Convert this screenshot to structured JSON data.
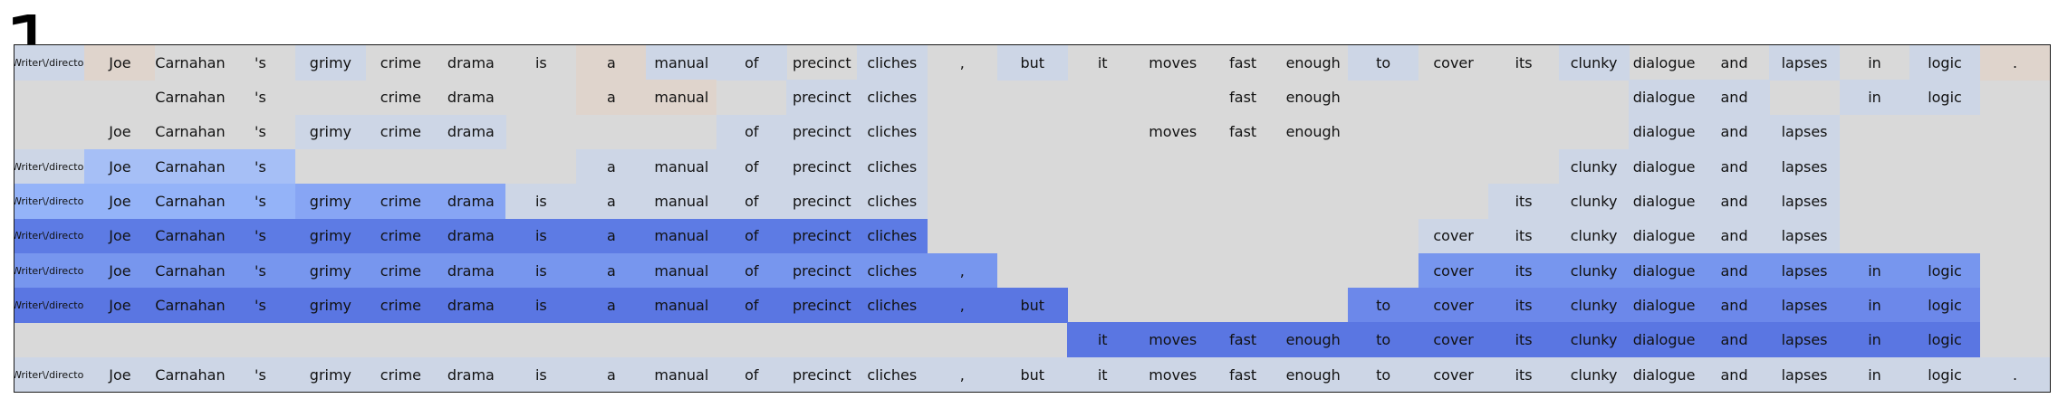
{
  "panel_label": "1",
  "colors": {
    "background": "#d9d9d9",
    "light_blue": "#cdd6e6",
    "light_peach": "#dfd4cc",
    "mid_blue_1": "#a6bff6",
    "mid_blue_2": "#94b3f8",
    "mid_blue_3": "#87a5f4",
    "strong_blue_1": "#7796ee",
    "strong_blue_2": "#6c88ea",
    "strong_blue_3": "#5d7be4",
    "strong_blue_4": "#5a76e2"
  },
  "tokens": [
    "Writer\\/director",
    "Joe",
    "Carnahan",
    "'s",
    "grimy",
    "crime",
    "drama",
    "is",
    "a",
    "manual",
    "of",
    "precinct",
    "cliches",
    ",",
    "but",
    "it",
    "moves",
    "fast",
    "enough",
    "to",
    "cover",
    "its",
    "clunky",
    "dialogue",
    "and",
    "lapses",
    "in",
    "logic",
    "."
  ],
  "rows": [
    {
      "cells": [
        [
          "Writer\\/director",
          "light_blue"
        ],
        [
          "Joe",
          "light_peach"
        ],
        [
          "Carnahan",
          ""
        ],
        [
          "'s",
          ""
        ],
        [
          "grimy",
          "light_blue"
        ],
        [
          "crime",
          ""
        ],
        [
          "drama",
          ""
        ],
        [
          "is",
          ""
        ],
        [
          "a",
          "light_peach"
        ],
        [
          "manual",
          "light_blue"
        ],
        [
          "of",
          "light_blue"
        ],
        [
          "precinct",
          ""
        ],
        [
          "cliches",
          "light_blue"
        ],
        [
          ",",
          ""
        ],
        [
          "but",
          "light_blue"
        ],
        [
          "it",
          ""
        ],
        [
          "moves",
          ""
        ],
        [
          "fast",
          ""
        ],
        [
          "enough",
          ""
        ],
        [
          "to",
          "light_blue"
        ],
        [
          "cover",
          ""
        ],
        [
          "its",
          ""
        ],
        [
          "clunky",
          "light_blue"
        ],
        [
          "dialogue",
          ""
        ],
        [
          "and",
          ""
        ],
        [
          "lapses",
          "light_blue"
        ],
        [
          "in",
          ""
        ],
        [
          "logic",
          "light_blue"
        ],
        [
          ".",
          "light_peach"
        ]
      ]
    },
    {
      "cells": [
        [
          "",
          ""
        ],
        [
          "",
          ""
        ],
        [
          "Carnahan",
          ""
        ],
        [
          "'s",
          ""
        ],
        [
          "",
          ""
        ],
        [
          "crime",
          ""
        ],
        [
          "drama",
          ""
        ],
        [
          "",
          ""
        ],
        [
          "a",
          "light_peach"
        ],
        [
          "manual",
          "light_peach"
        ],
        [
          "",
          ""
        ],
        [
          "precinct",
          "light_blue"
        ],
        [
          "cliches",
          "light_blue"
        ],
        [
          "",
          ""
        ],
        [
          "",
          ""
        ],
        [
          "",
          ""
        ],
        [
          "",
          ""
        ],
        [
          "fast",
          ""
        ],
        [
          "enough",
          ""
        ],
        [
          "",
          ""
        ],
        [
          "",
          ""
        ],
        [
          "",
          ""
        ],
        [
          "",
          ""
        ],
        [
          "dialogue",
          "light_blue"
        ],
        [
          "and",
          "light_blue"
        ],
        [
          "",
          ""
        ],
        [
          "in",
          "light_blue"
        ],
        [
          "logic",
          "light_blue"
        ],
        [
          "",
          ""
        ]
      ]
    },
    {
      "cells": [
        [
          "",
          ""
        ],
        [
          "Joe",
          ""
        ],
        [
          "Carnahan",
          ""
        ],
        [
          "'s",
          ""
        ],
        [
          "grimy",
          "light_blue"
        ],
        [
          "crime",
          "light_blue"
        ],
        [
          "drama",
          "light_blue"
        ],
        [
          "",
          ""
        ],
        [
          "",
          ""
        ],
        [
          "",
          ""
        ],
        [
          "of",
          "light_blue"
        ],
        [
          "precinct",
          "light_blue"
        ],
        [
          "cliches",
          "light_blue"
        ],
        [
          "",
          ""
        ],
        [
          "",
          ""
        ],
        [
          "",
          ""
        ],
        [
          "moves",
          ""
        ],
        [
          "fast",
          ""
        ],
        [
          "enough",
          ""
        ],
        [
          "",
          ""
        ],
        [
          "",
          ""
        ],
        [
          "",
          ""
        ],
        [
          "",
          ""
        ],
        [
          "dialogue",
          "light_blue"
        ],
        [
          "and",
          "light_blue"
        ],
        [
          "lapses",
          "light_blue"
        ],
        [
          "",
          ""
        ],
        [
          "",
          ""
        ],
        [
          "",
          ""
        ]
      ]
    },
    {
      "cells": [
        [
          "Writer\\/director",
          "light_blue"
        ],
        [
          "Joe",
          "mid_blue_1"
        ],
        [
          "Carnahan",
          "mid_blue_1"
        ],
        [
          "'s",
          "mid_blue_1"
        ],
        [
          "",
          ""
        ],
        [
          "",
          ""
        ],
        [
          "",
          ""
        ],
        [
          "",
          ""
        ],
        [
          "a",
          "light_blue"
        ],
        [
          "manual",
          "light_blue"
        ],
        [
          "of",
          "light_blue"
        ],
        [
          "precinct",
          "light_blue"
        ],
        [
          "cliches",
          "light_blue"
        ],
        [
          "",
          ""
        ],
        [
          "",
          ""
        ],
        [
          "",
          ""
        ],
        [
          "",
          ""
        ],
        [
          "",
          ""
        ],
        [
          "",
          ""
        ],
        [
          "",
          ""
        ],
        [
          "",
          ""
        ],
        [
          "",
          ""
        ],
        [
          "clunky",
          "light_blue"
        ],
        [
          "dialogue",
          "light_blue"
        ],
        [
          "and",
          "light_blue"
        ],
        [
          "lapses",
          "light_blue"
        ],
        [
          "",
          ""
        ],
        [
          "",
          ""
        ],
        [
          "",
          ""
        ]
      ]
    },
    {
      "cells": [
        [
          "Writer\\/director",
          "mid_blue_2"
        ],
        [
          "Joe",
          "mid_blue_2"
        ],
        [
          "Carnahan",
          "mid_blue_2"
        ],
        [
          "'s",
          "mid_blue_2"
        ],
        [
          "grimy",
          "mid_blue_3"
        ],
        [
          "crime",
          "mid_blue_3"
        ],
        [
          "drama",
          "mid_blue_3"
        ],
        [
          "is",
          "light_blue"
        ],
        [
          "a",
          "light_blue"
        ],
        [
          "manual",
          "light_blue"
        ],
        [
          "of",
          "light_blue"
        ],
        [
          "precinct",
          "light_blue"
        ],
        [
          "cliches",
          "light_blue"
        ],
        [
          "",
          ""
        ],
        [
          "",
          ""
        ],
        [
          "",
          ""
        ],
        [
          "",
          ""
        ],
        [
          "",
          ""
        ],
        [
          "",
          ""
        ],
        [
          "",
          ""
        ],
        [
          "",
          ""
        ],
        [
          "its",
          "light_blue"
        ],
        [
          "clunky",
          "light_blue"
        ],
        [
          "dialogue",
          "light_blue"
        ],
        [
          "and",
          "light_blue"
        ],
        [
          "lapses",
          "light_blue"
        ],
        [
          "",
          ""
        ],
        [
          "",
          ""
        ],
        [
          "",
          ""
        ]
      ]
    },
    {
      "cells": [
        [
          "Writer\\/director",
          "strong_blue_3"
        ],
        [
          "Joe",
          "strong_blue_3"
        ],
        [
          "Carnahan",
          "strong_blue_3"
        ],
        [
          "'s",
          "strong_blue_3"
        ],
        [
          "grimy",
          "strong_blue_3"
        ],
        [
          "crime",
          "strong_blue_3"
        ],
        [
          "drama",
          "strong_blue_3"
        ],
        [
          "is",
          "strong_blue_3"
        ],
        [
          "a",
          "strong_blue_3"
        ],
        [
          "manual",
          "strong_blue_3"
        ],
        [
          "of",
          "strong_blue_3"
        ],
        [
          "precinct",
          "strong_blue_3"
        ],
        [
          "cliches",
          "strong_blue_3"
        ],
        [
          "",
          ""
        ],
        [
          "",
          ""
        ],
        [
          "",
          ""
        ],
        [
          "",
          ""
        ],
        [
          "",
          ""
        ],
        [
          "",
          ""
        ],
        [
          "",
          ""
        ],
        [
          "cover",
          "light_blue"
        ],
        [
          "its",
          "light_blue"
        ],
        [
          "clunky",
          "light_blue"
        ],
        [
          "dialogue",
          "light_blue"
        ],
        [
          "and",
          "light_blue"
        ],
        [
          "lapses",
          "light_blue"
        ],
        [
          "",
          ""
        ],
        [
          "",
          ""
        ],
        [
          "",
          ""
        ]
      ]
    },
    {
      "cells": [
        [
          "Writer\\/director",
          "strong_blue_1"
        ],
        [
          "Joe",
          "strong_blue_1"
        ],
        [
          "Carnahan",
          "strong_blue_1"
        ],
        [
          "'s",
          "strong_blue_1"
        ],
        [
          "grimy",
          "strong_blue_1"
        ],
        [
          "crime",
          "strong_blue_1"
        ],
        [
          "drama",
          "strong_blue_1"
        ],
        [
          "is",
          "strong_blue_1"
        ],
        [
          "a",
          "strong_blue_1"
        ],
        [
          "manual",
          "strong_blue_1"
        ],
        [
          "of",
          "strong_blue_1"
        ],
        [
          "precinct",
          "strong_blue_1"
        ],
        [
          "cliches",
          "strong_blue_1"
        ],
        [
          ",",
          "strong_blue_1"
        ],
        [
          "",
          ""
        ],
        [
          "",
          ""
        ],
        [
          "",
          ""
        ],
        [
          "",
          ""
        ],
        [
          "",
          ""
        ],
        [
          "",
          ""
        ],
        [
          "cover",
          "strong_blue_1"
        ],
        [
          "its",
          "strong_blue_1"
        ],
        [
          "clunky",
          "strong_blue_1"
        ],
        [
          "dialogue",
          "strong_blue_1"
        ],
        [
          "and",
          "strong_blue_1"
        ],
        [
          "lapses",
          "strong_blue_1"
        ],
        [
          "in",
          "strong_blue_1"
        ],
        [
          "logic",
          "strong_blue_1"
        ],
        [
          "",
          ""
        ]
      ]
    },
    {
      "cells": [
        [
          "Writer\\/director",
          "strong_blue_4"
        ],
        [
          "Joe",
          "strong_blue_4"
        ],
        [
          "Carnahan",
          "strong_blue_4"
        ],
        [
          "'s",
          "strong_blue_4"
        ],
        [
          "grimy",
          "strong_blue_4"
        ],
        [
          "crime",
          "strong_blue_4"
        ],
        [
          "drama",
          "strong_blue_4"
        ],
        [
          "is",
          "strong_blue_4"
        ],
        [
          "a",
          "strong_blue_4"
        ],
        [
          "manual",
          "strong_blue_4"
        ],
        [
          "of",
          "strong_blue_4"
        ],
        [
          "precinct",
          "strong_blue_4"
        ],
        [
          "cliches",
          "strong_blue_4"
        ],
        [
          ",",
          "strong_blue_4"
        ],
        [
          "but",
          "strong_blue_4"
        ],
        [
          "",
          ""
        ],
        [
          "",
          ""
        ],
        [
          "",
          ""
        ],
        [
          "",
          ""
        ],
        [
          "to",
          "strong_blue_2"
        ],
        [
          "cover",
          "strong_blue_2"
        ],
        [
          "its",
          "strong_blue_2"
        ],
        [
          "clunky",
          "strong_blue_2"
        ],
        [
          "dialogue",
          "strong_blue_2"
        ],
        [
          "and",
          "strong_blue_2"
        ],
        [
          "lapses",
          "strong_blue_2"
        ],
        [
          "in",
          "strong_blue_2"
        ],
        [
          "logic",
          "strong_blue_2"
        ],
        [
          "",
          ""
        ]
      ]
    },
    {
      "cells": [
        [
          "",
          ""
        ],
        [
          "",
          ""
        ],
        [
          "",
          ""
        ],
        [
          "",
          ""
        ],
        [
          "",
          ""
        ],
        [
          "",
          ""
        ],
        [
          "",
          ""
        ],
        [
          "",
          ""
        ],
        [
          "",
          ""
        ],
        [
          "",
          ""
        ],
        [
          "",
          ""
        ],
        [
          "",
          ""
        ],
        [
          "",
          ""
        ],
        [
          "",
          ""
        ],
        [
          "",
          ""
        ],
        [
          "it",
          "strong_blue_4"
        ],
        [
          "moves",
          "strong_blue_4"
        ],
        [
          "fast",
          "strong_blue_4"
        ],
        [
          "enough",
          "strong_blue_4"
        ],
        [
          "to",
          "strong_blue_4"
        ],
        [
          "cover",
          "strong_blue_4"
        ],
        [
          "its",
          "strong_blue_4"
        ],
        [
          "clunky",
          "strong_blue_4"
        ],
        [
          "dialogue",
          "strong_blue_4"
        ],
        [
          "and",
          "strong_blue_4"
        ],
        [
          "lapses",
          "strong_blue_4"
        ],
        [
          "in",
          "strong_blue_4"
        ],
        [
          "logic",
          "strong_blue_4"
        ],
        [
          "",
          ""
        ]
      ]
    },
    {
      "cells": [
        [
          "Writer\\/director",
          "light_blue"
        ],
        [
          "Joe",
          "light_blue"
        ],
        [
          "Carnahan",
          "light_blue"
        ],
        [
          "'s",
          "light_blue"
        ],
        [
          "grimy",
          "light_blue"
        ],
        [
          "crime",
          "light_blue"
        ],
        [
          "drama",
          "light_blue"
        ],
        [
          "is",
          "light_blue"
        ],
        [
          "a",
          "light_blue"
        ],
        [
          "manual",
          "light_blue"
        ],
        [
          "of",
          "light_blue"
        ],
        [
          "precinct",
          "light_blue"
        ],
        [
          "cliches",
          "light_blue"
        ],
        [
          ",",
          "light_blue"
        ],
        [
          "but",
          "light_blue"
        ],
        [
          "it",
          "light_blue"
        ],
        [
          "moves",
          "light_blue"
        ],
        [
          "fast",
          "light_blue"
        ],
        [
          "enough",
          "light_blue"
        ],
        [
          "to",
          "light_blue"
        ],
        [
          "cover",
          "light_blue"
        ],
        [
          "its",
          "light_blue"
        ],
        [
          "clunky",
          "light_blue"
        ],
        [
          "dialogue",
          "light_blue"
        ],
        [
          "and",
          "light_blue"
        ],
        [
          "lapses",
          "light_blue"
        ],
        [
          "in",
          "light_blue"
        ],
        [
          "logic",
          "light_blue"
        ],
        [
          ".",
          "light_blue"
        ]
      ]
    }
  ]
}
